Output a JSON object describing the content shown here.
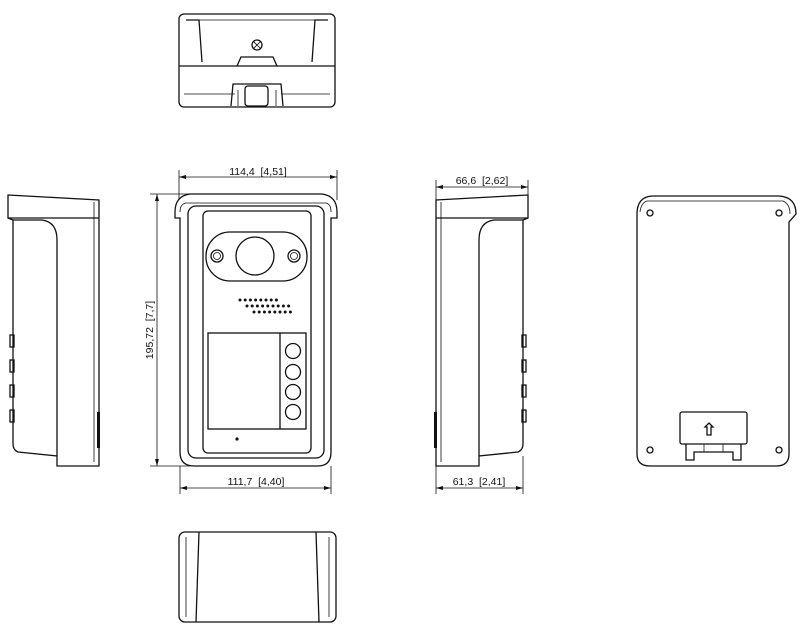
{
  "dimensions": {
    "top_width": "114,4  [4,51]",
    "bottom_width": "111,7  [4,40]",
    "height": "195,72  [7,7]",
    "side_top_depth": "66,6  [2,62]",
    "side_bottom_depth": "61,3  [2,41]"
  },
  "colors": {
    "line": "#111111",
    "background": "#ffffff"
  },
  "icons": {
    "mounting_bracket_arrow": "up-arrow-icon"
  }
}
